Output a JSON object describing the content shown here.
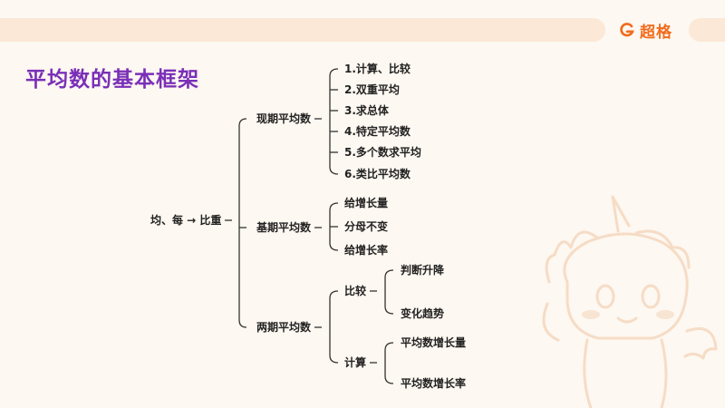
{
  "header": {
    "brand_name": "超格",
    "brand_color": "#f26b1d",
    "logo_icon": "brand-logo-icon"
  },
  "page": {
    "title": "平均数的基本框架",
    "title_color": "#7a2fb8"
  },
  "tree": {
    "root": "均、每 → 比重",
    "branches": [
      {
        "label": "现期平均数",
        "children": [
          "1.计算、比较",
          "2.双重平均",
          "3.求总体",
          "4.特定平均数",
          "5.多个数求平均",
          "6.类比平均数"
        ]
      },
      {
        "label": "基期平均数",
        "children": [
          "给增长量",
          "分母不变",
          "给增长率"
        ]
      },
      {
        "label": "两期平均数",
        "children": [
          {
            "label": "比较",
            "children": [
              "判断升降",
              "变化趋势"
            ]
          },
          {
            "label": "计算",
            "children": [
              "平均数增长量",
              "平均数增长率"
            ]
          }
        ]
      }
    ]
  }
}
